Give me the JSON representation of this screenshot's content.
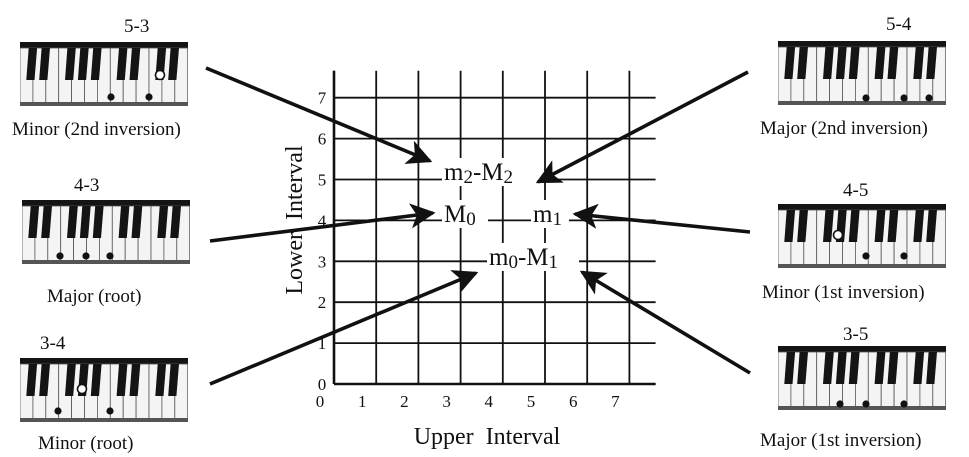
{
  "grid": {
    "x_ticks": [
      "0",
      "1",
      "2",
      "3",
      "4",
      "5",
      "6",
      "7"
    ],
    "y_ticks": [
      "0",
      "1",
      "2",
      "3",
      "4",
      "5",
      "6",
      "7"
    ],
    "xlabel": "Upper  Interval",
    "ylabel": "Lower  Interval"
  },
  "chord_points": [
    {
      "label_a": "m",
      "sub_a": "2",
      "sep": "-",
      "label_b": "M",
      "sub_b": "2"
    },
    {
      "label_a": "M",
      "sub_a": "0",
      "sep": "",
      "label_b": "",
      "sub_b": ""
    },
    {
      "label_a": "m",
      "sub_a": "1",
      "sep": "",
      "label_b": "",
      "sub_b": ""
    },
    {
      "label_a": "m",
      "sub_a": "0",
      "sep": "-",
      "label_b": "M",
      "sub_b": "1"
    }
  ],
  "chords": [
    {
      "interval": "5-3",
      "name": "Minor (2nd inversion)"
    },
    {
      "interval": "4-3",
      "name": "Major (root)"
    },
    {
      "interval": "3-4",
      "name": "Minor (root)"
    },
    {
      "interval": "5-4",
      "name": "Major (2nd inversion)"
    },
    {
      "interval": "4-5",
      "name": "Minor (1st inversion)"
    },
    {
      "interval": "3-5",
      "name": "Major (1st inversion)"
    }
  ],
  "colors": {
    "ink": "#111111",
    "key_white": "#f4f4f4",
    "key_black": "#141414",
    "hollow_dot": "#ffffff"
  }
}
